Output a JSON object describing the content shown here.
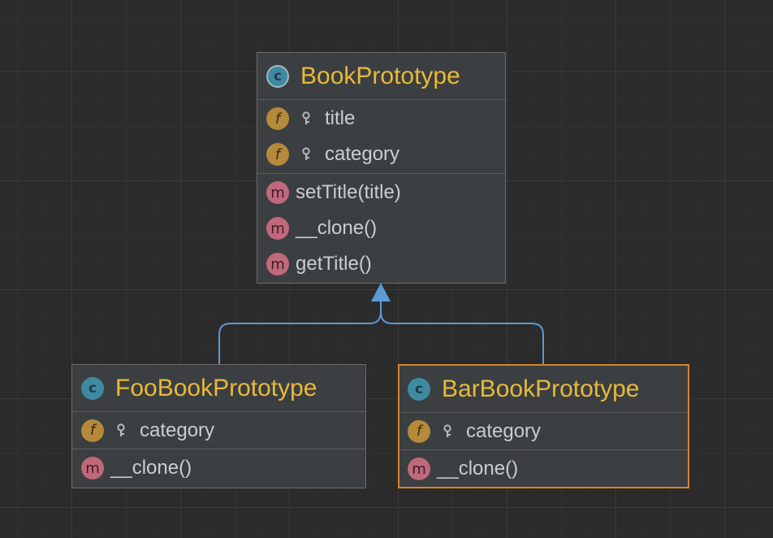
{
  "diagram": {
    "parent": {
      "name": "BookPrototype",
      "type_badge": "c",
      "fields": [
        {
          "badge": "f",
          "visibility_icon": "lock-icon",
          "name": "title"
        },
        {
          "badge": "f",
          "visibility_icon": "lock-icon",
          "name": "category"
        }
      ],
      "methods": [
        {
          "badge": "m",
          "name": "setTitle(title)"
        },
        {
          "badge": "m",
          "name": "__clone()"
        },
        {
          "badge": "m",
          "name": "getTitle()"
        }
      ]
    },
    "children": [
      {
        "name": "FooBookPrototype",
        "type_badge": "c",
        "selected": false,
        "fields": [
          {
            "badge": "f",
            "visibility_icon": "lock-icon",
            "name": "category"
          }
        ],
        "methods": [
          {
            "badge": "m",
            "name": "__clone()"
          }
        ]
      },
      {
        "name": "BarBookPrototype",
        "type_badge": "c",
        "selected": true,
        "fields": [
          {
            "badge": "f",
            "visibility_icon": "lock-icon",
            "name": "category"
          }
        ],
        "methods": [
          {
            "badge": "m",
            "name": "__clone()"
          }
        ]
      }
    ],
    "relation": "inheritance",
    "colors": {
      "background": "#2b2b2b",
      "class_fill": "#3c3f41",
      "class_title": "#e8b93a",
      "member_text": "#c9cdd1",
      "selection_border": "#d9822b",
      "inheritance_arrow": "#5b9bd5"
    }
  }
}
